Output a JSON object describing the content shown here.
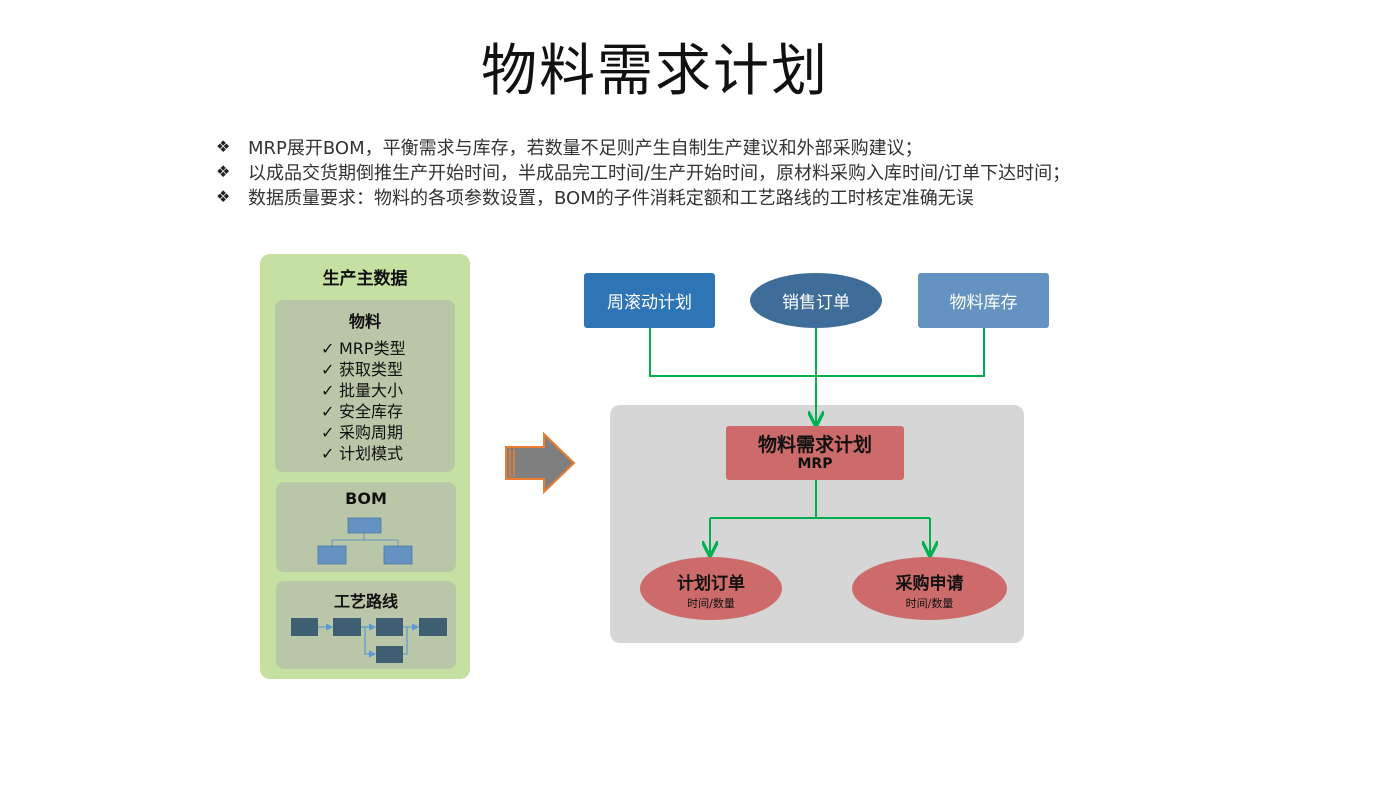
{
  "title": "物料需求计划",
  "bullets": [
    "MRP展开BOM，平衡需求与库存，若数量不足则产生自制生产建议和外部采购建议；",
    "以成品交货期倒推生产开始时间，半成品完工时间/生产开始时间，原材料采购入库时间/订单下达时间；",
    "数据质量要求：物料的各项参数设置，BOM的子件消耗定额和工艺路线的工时核定准确无误"
  ],
  "bullet_symbol": "❖",
  "master_data": {
    "title": "生产主数据",
    "material": {
      "title": "物料",
      "check_symbol": "✓",
      "items": [
        "MRP类型",
        "获取类型",
        "批量大小",
        "安全库存",
        "采购周期",
        "计划模式"
      ]
    },
    "bom": {
      "title": "BOM"
    },
    "routing": {
      "title": "工艺路线"
    }
  },
  "inputs": {
    "weekly_plan": "周滚动计划",
    "sales_order": "销售订单",
    "inventory": "物料库存"
  },
  "mrp": {
    "title": "物料需求计划",
    "subtitle": "MRP"
  },
  "outputs": {
    "planned_order": {
      "title": "计划订单",
      "subtitle": "时间/数量"
    },
    "purchase_request": {
      "title": "采购申请",
      "subtitle": "时间/数量"
    }
  },
  "colors": {
    "panel_green": "#c6e0a1",
    "sub_box": "#b9c7a8",
    "blue_dark": "#2e75b6",
    "blue_mid": "#3f6d99",
    "blue_light": "#6593c1",
    "mrp_red": "#cc6b6a",
    "connector_green": "#00b050",
    "grey_panel": "#d6d6d6"
  }
}
